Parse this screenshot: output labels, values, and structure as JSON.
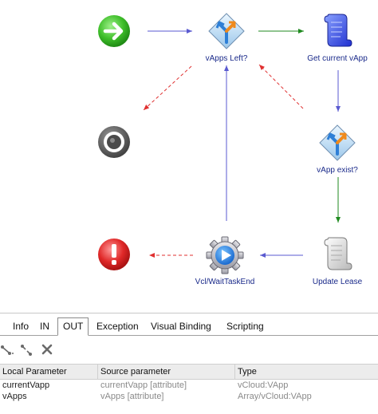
{
  "workflow": {
    "nodes": {
      "start": {
        "icon": "start-arrow-icon"
      },
      "vapps_left": {
        "label": "vApps Left?",
        "icon": "decision-icon"
      },
      "get_current_vapp": {
        "label": "Get current vApp",
        "icon": "scriptable-task-scroll-icon"
      },
      "end": {
        "icon": "end-target-icon"
      },
      "vapp_exist": {
        "label": "vApp exist?",
        "icon": "decision-icon"
      },
      "error": {
        "icon": "error-exclamation-icon"
      },
      "vcl_wait_task_end": {
        "label": "Vcl/WaitTaskEnd",
        "icon": "gear-play-icon"
      },
      "update_lease": {
        "label": "Update Lease",
        "icon": "script-scroll-icon"
      }
    },
    "colors": {
      "normal_link": "#5a5ad0",
      "true_link": "#1f8a1f",
      "false_link": "#e03030"
    }
  },
  "tabs": [
    {
      "label": "Info"
    },
    {
      "label": "IN"
    },
    {
      "label": "OUT",
      "active": true
    },
    {
      "label": "Exception"
    },
    {
      "label": "Visual Binding"
    },
    {
      "label": "Scripting"
    }
  ],
  "toolbar": {
    "bind_icon": "bind-parameter-icon",
    "unbind_icon": "unbind-parameter-icon",
    "delete_icon": "delete-x-icon"
  },
  "table": {
    "headers": [
      "Local Parameter",
      "Source parameter",
      "Type"
    ],
    "rows": [
      [
        "currentVapp",
        "currentVapp [attribute]",
        "vCloud:VApp"
      ],
      [
        "vApps",
        "vApps [attribute]",
        "Array/vCloud:VApp"
      ]
    ]
  }
}
